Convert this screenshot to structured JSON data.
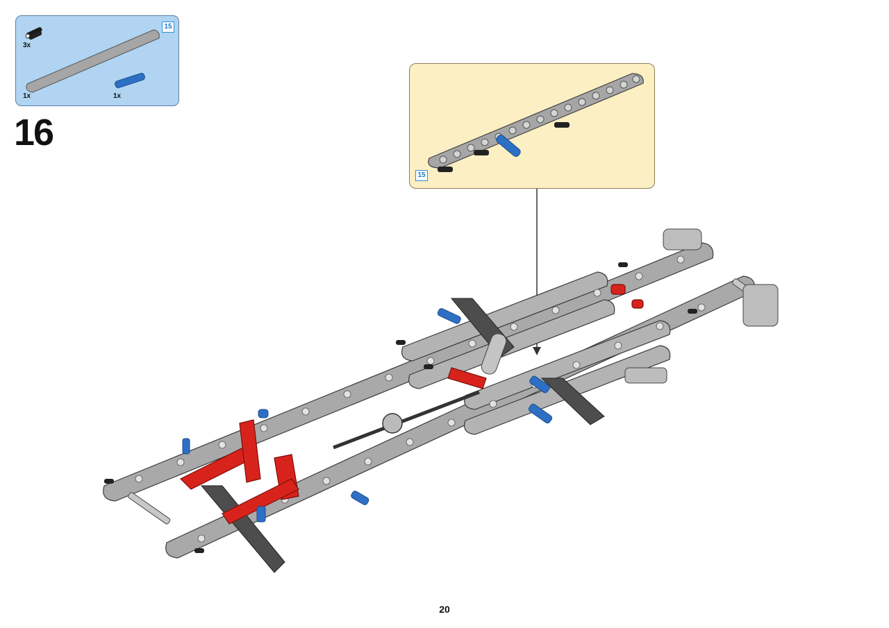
{
  "parts_list": {
    "items": [
      {
        "part": "black-friction-pin",
        "quantity": "3x",
        "color": "#1a1a1a"
      },
      {
        "part": "beam-15",
        "quantity": "1x",
        "color": "#9a9a9a",
        "length_badge": "15"
      },
      {
        "part": "blue-axle-pin",
        "quantity": "1x",
        "color": "#2d6fc4"
      }
    ]
  },
  "step": {
    "number": "16"
  },
  "callout": {
    "length_badge": "15"
  },
  "page": {
    "number": "20"
  },
  "colors": {
    "parts_box_bg": "#b0d4f1",
    "callout_bg": "#fcefc3",
    "beam_gray": "#a6a6a6",
    "red": "#d8231d",
    "blue": "#2d6fc4",
    "dark_gray": "#555555"
  }
}
